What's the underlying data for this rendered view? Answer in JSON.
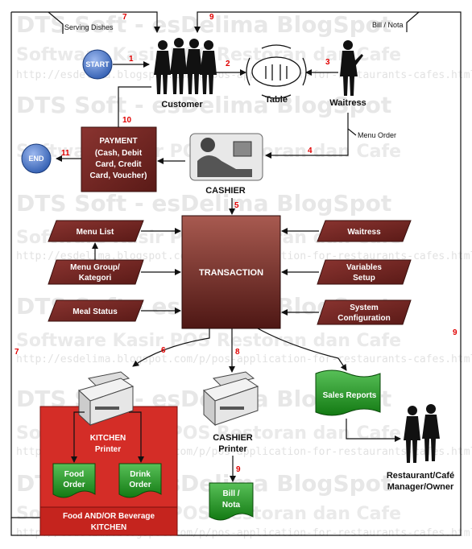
{
  "watermark": {
    "line1": "DTS Soft - esDelima BlogSpot",
    "line2": "Software Kasir POS Restoran dan Cafe",
    "line3": "http://esdelima.blogspot.com/p/pos-application-for-restaurants-cafes.html"
  },
  "top_labels": {
    "serving": "Serving Dishes",
    "bill": "Bill / Nota",
    "menu_order": "Menu Order"
  },
  "nodes": {
    "start": "START",
    "end": "END",
    "customer": "Customer",
    "table": "Table",
    "waitress_person": "Waitress",
    "cashier": "CASHIER",
    "payment": [
      "PAYMENT",
      "(Cash, Debit",
      "Card, Credit",
      "Card, Voucher)"
    ],
    "transaction": "TRANSACTION",
    "menu_list": "Menu List",
    "menu_group": [
      "Menu Group/",
      "Kategori"
    ],
    "meal_status": "Meal Status",
    "waitress_input": "Waitress",
    "variables_setup": [
      "Variables",
      "Setup"
    ],
    "system_config": [
      "System",
      "Configuration"
    ],
    "kitchen_printer": [
      "KITCHEN",
      "Printer"
    ],
    "food_order": [
      "Food",
      "Order"
    ],
    "drink_order": [
      "Drink",
      "Order"
    ],
    "kitchen_area": [
      "Food AND/OR Beverage",
      "KITCHEN"
    ],
    "cashier_printer": [
      "CASHIER",
      "Printer"
    ],
    "bill_nota": [
      "Bill /",
      "Nota"
    ],
    "sales_reports": "Sales Reports",
    "manager": [
      "Restaurant/Café",
      "Manager/Owner"
    ]
  },
  "step_numbers": {
    "s1": "1",
    "s2": "2",
    "s3": "3",
    "s4": "4",
    "s5": "5",
    "s6": "6",
    "s7a": "7",
    "s7b": "7",
    "s8": "8",
    "s9a": "9",
    "s9b": "9",
    "s9c": "9",
    "s10": "10",
    "s11": "11"
  },
  "colors": {
    "maroon": "#7b2a26",
    "green": "#1e8a1e",
    "red": "#d42d27",
    "start_blue": "#4a78c8"
  }
}
